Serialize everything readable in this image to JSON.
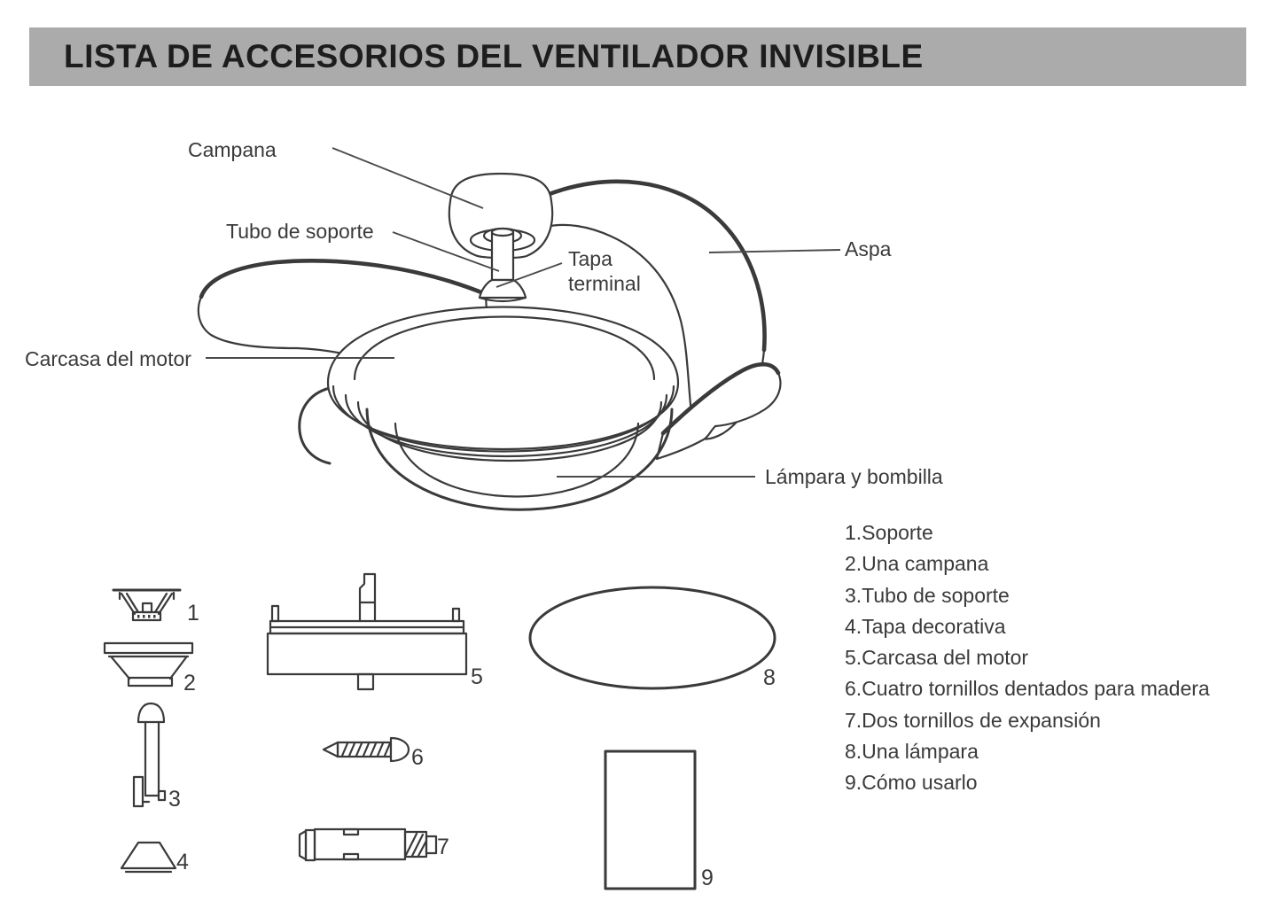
{
  "header": {
    "title": "LISTA DE ACCESORIOS DEL VENTILADOR INVISIBLE"
  },
  "colors": {
    "header_bg": "#ababab",
    "ink": "#3a3a3a"
  },
  "callouts": {
    "campana": "Campana",
    "tubo_de_soporte": "Tubo de soporte",
    "tapa_terminal_line1": "Tapa",
    "tapa_terminal_line2": "terminal",
    "aspa": "Aspa",
    "carcasa_del_motor": "Carcasa del motor",
    "lampara_y_bombilla": "Lámpara y bombilla"
  },
  "part_numbers": {
    "p1": "1",
    "p2": "2",
    "p3": "3",
    "p4": "4",
    "p5": "5",
    "p6": "6",
    "p7": "7",
    "p8": "8",
    "p9": "9"
  },
  "accessories_list": {
    "items": [
      "1.Soporte",
      "2.Una campana",
      "3.Tubo de soporte",
      "4.Tapa decorativa",
      "5.Carcasa del motor",
      "6.Cuatro tornillos dentados para madera",
      "7.Dos tornillos de expansión",
      "8.Una lámpara",
      "9.Cómo usarlo"
    ]
  }
}
